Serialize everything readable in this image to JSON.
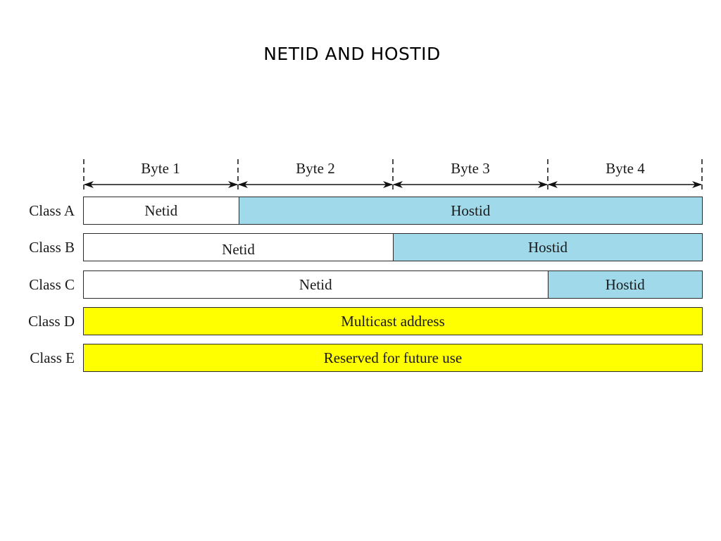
{
  "title": "NETID AND HOSTID",
  "colors": {
    "netid": "#ffffff",
    "hostid": "#9fd9ea",
    "special": "#ffff00",
    "stroke": "#2a2a2a"
  },
  "bytes": [
    "Byte 1",
    "Byte 2",
    "Byte 3",
    "Byte 4"
  ],
  "classes": [
    {
      "label": "Class A",
      "segments": [
        {
          "text": "Netid",
          "kind": "netid",
          "bytes": 1
        },
        {
          "text": "Hostid",
          "kind": "hostid",
          "bytes": 3
        }
      ]
    },
    {
      "label": "Class B",
      "segments": [
        {
          "text": "Netid",
          "kind": "netid",
          "bytes": 2
        },
        {
          "text": "Hostid",
          "kind": "hostid",
          "bytes": 2
        }
      ]
    },
    {
      "label": "Class C",
      "segments": [
        {
          "text": "Netid",
          "kind": "netid",
          "bytes": 3
        },
        {
          "text": "Hostid",
          "kind": "hostid",
          "bytes": 1
        }
      ]
    },
    {
      "label": "Class D",
      "segments": [
        {
          "text": "Multicast address",
          "kind": "special",
          "bytes": 4
        }
      ]
    },
    {
      "label": "Class E",
      "segments": [
        {
          "text": "Reserved for future use",
          "kind": "special",
          "bytes": 4
        }
      ]
    }
  ]
}
